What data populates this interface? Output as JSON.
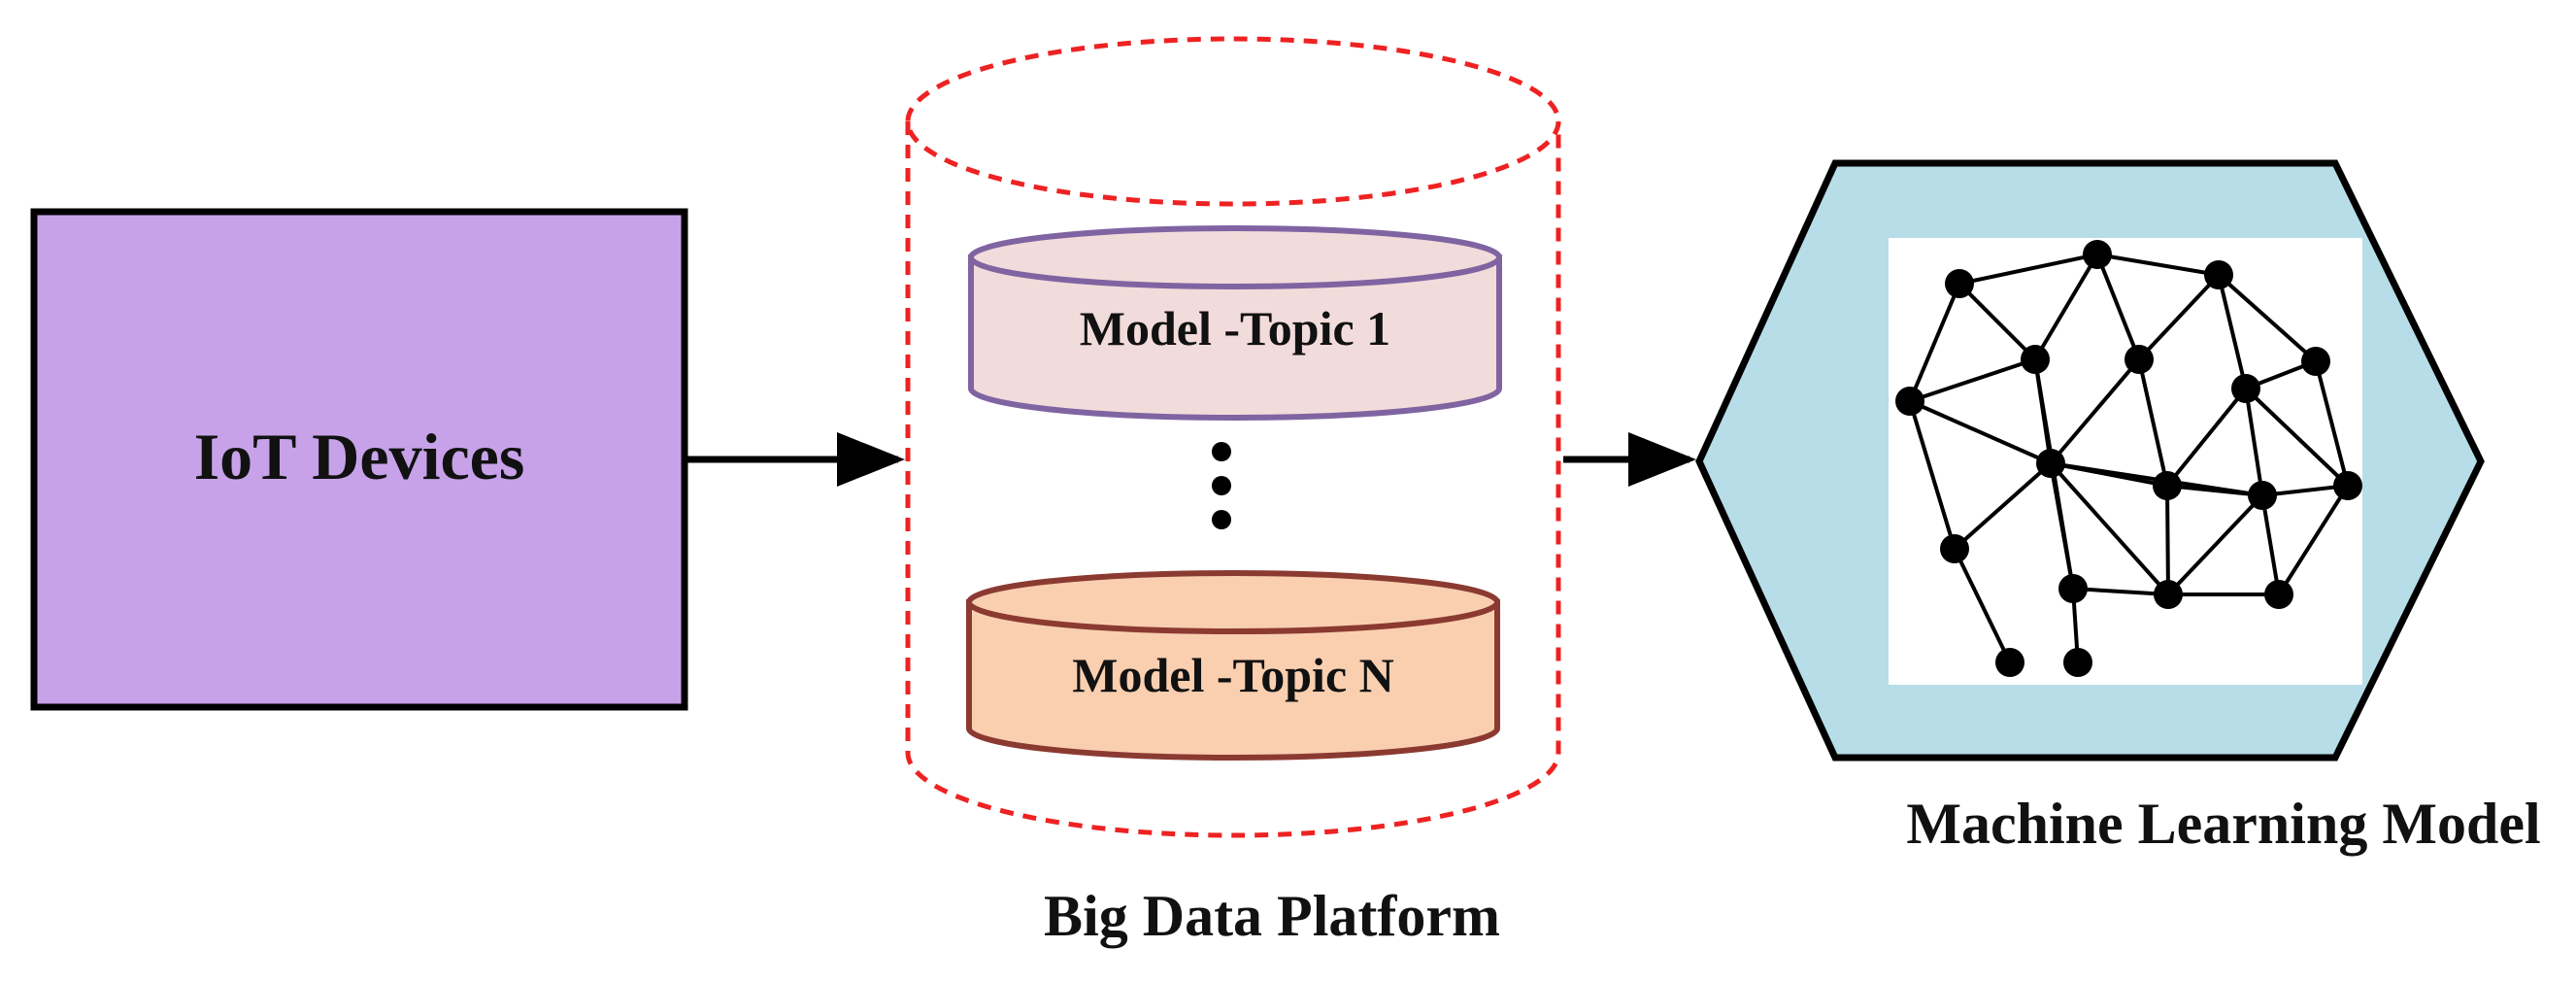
{
  "iot": {
    "label": "IoT Devices",
    "fill": "#c8a2e8"
  },
  "platform": {
    "caption": "Big Data Platform",
    "border_color": "#ee2222",
    "topics": [
      {
        "label": "Model -Topic 1",
        "fill": "#f2dcdb",
        "stroke": "#8064a2"
      },
      {
        "label": "Model -Topic N",
        "fill": "#f9cfb0",
        "stroke": "#8b3a32"
      }
    ]
  },
  "ml_model": {
    "caption": "Machine Learning Model",
    "hex_fill": "#b7dde8"
  },
  "icons": [
    "brain-network-icon",
    "ellipsis-dots-icon",
    "arrow-right-icon"
  ]
}
